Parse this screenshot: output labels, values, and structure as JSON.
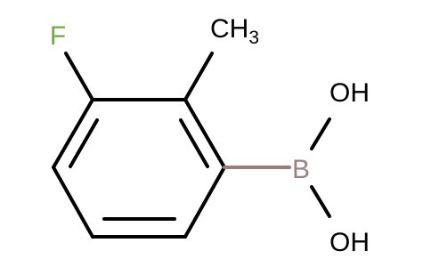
{
  "molecule": {
    "atoms": {
      "fluorine": {
        "label": "F",
        "color": "#70a84a"
      },
      "methyl": {
        "label": "CH",
        "subscript": "3",
        "color": "#000000"
      },
      "boron": {
        "label": "B",
        "color": "#a07f7f"
      },
      "hydroxyl_top": {
        "label": "OH",
        "color": "#000000"
      },
      "hydroxyl_bottom": {
        "label": "OH",
        "color": "#000000"
      }
    }
  }
}
